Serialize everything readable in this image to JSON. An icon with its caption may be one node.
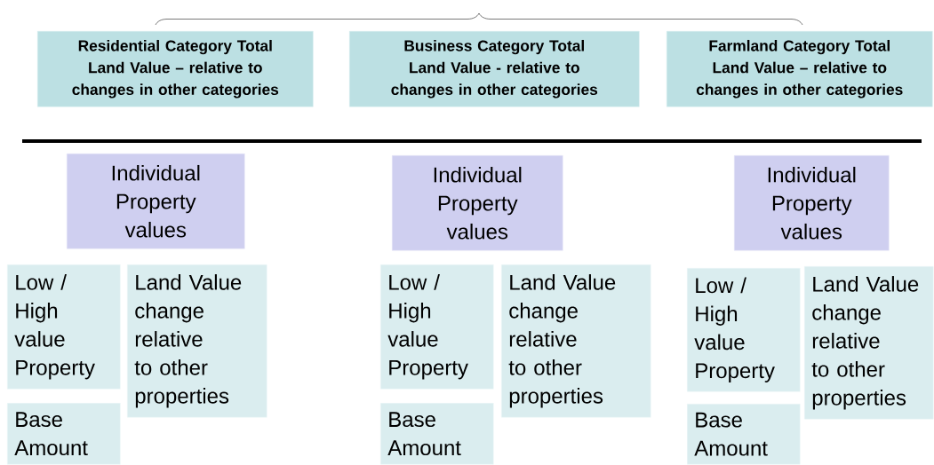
{
  "diagram": {
    "nodes": [
      {
        "text": [
          "Residential Category Total Land Value – relative to changes in other categories"
        ]
      },
      {
        "text": [
          "Business Category Total Land Value - relative to changes in other categories"
        ]
      },
      {
        "text": [
          "Farmland Category Total Land Value – relative to changes in other categories"
        ]
      },
      {
        "text": [
          "Individual Property values"
        ]
      },
      {
        "text": [
          "Individual Property values"
        ]
      },
      {
        "text": [
          "Individual Property values"
        ]
      },
      {
        "text": [
          "Low / High value Property"
        ]
      },
      {
        "text": [
          "Land Value change relative to other properties"
        ]
      },
      {
        "text": [
          "Low / High value Property"
        ]
      },
      {
        "text": [
          "Land Value change relative to other properties"
        ]
      },
      {
        "text": [
          "Low / High value Property"
        ]
      },
      {
        "text": [
          "Land Value change relative to other properties"
        ]
      },
      {
        "text": [
          "Base Amount"
        ]
      },
      {
        "text": [
          "Base Amount"
        ]
      },
      {
        "text": [
          "Base Amount"
        ]
      }
    ]
  }
}
